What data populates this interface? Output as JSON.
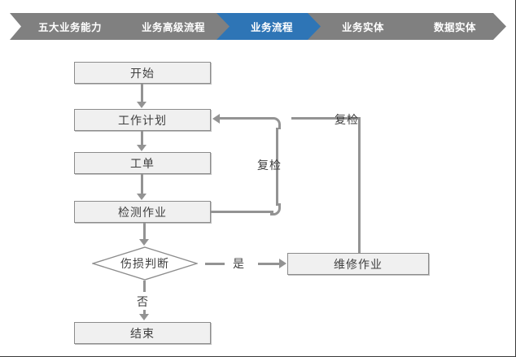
{
  "breadcrumb": {
    "items": [
      {
        "label": "五大业务能力",
        "active": false
      },
      {
        "label": "业务高级流程",
        "active": false
      },
      {
        "label": "业务流程",
        "active": true
      },
      {
        "label": "业务实体",
        "active": false
      },
      {
        "label": "数据实体",
        "active": false
      }
    ],
    "active_color": "#2e75b6",
    "inactive_color": "#808080",
    "text_color": "#ffffff"
  },
  "flowchart": {
    "node_fill": "#f0f0f0",
    "node_border": "#8c8c8c",
    "connector_color": "#939393",
    "nodes": {
      "start": "开始",
      "work_plan": "工作计划",
      "work_order": "工单",
      "inspection": "检测作业",
      "decision": "伤损判断",
      "repair": "维修作业",
      "end": "结束"
    },
    "edge_labels": {
      "yes": "是",
      "no": "否",
      "recheck_inner": "复检",
      "recheck_outer": "复检"
    }
  }
}
